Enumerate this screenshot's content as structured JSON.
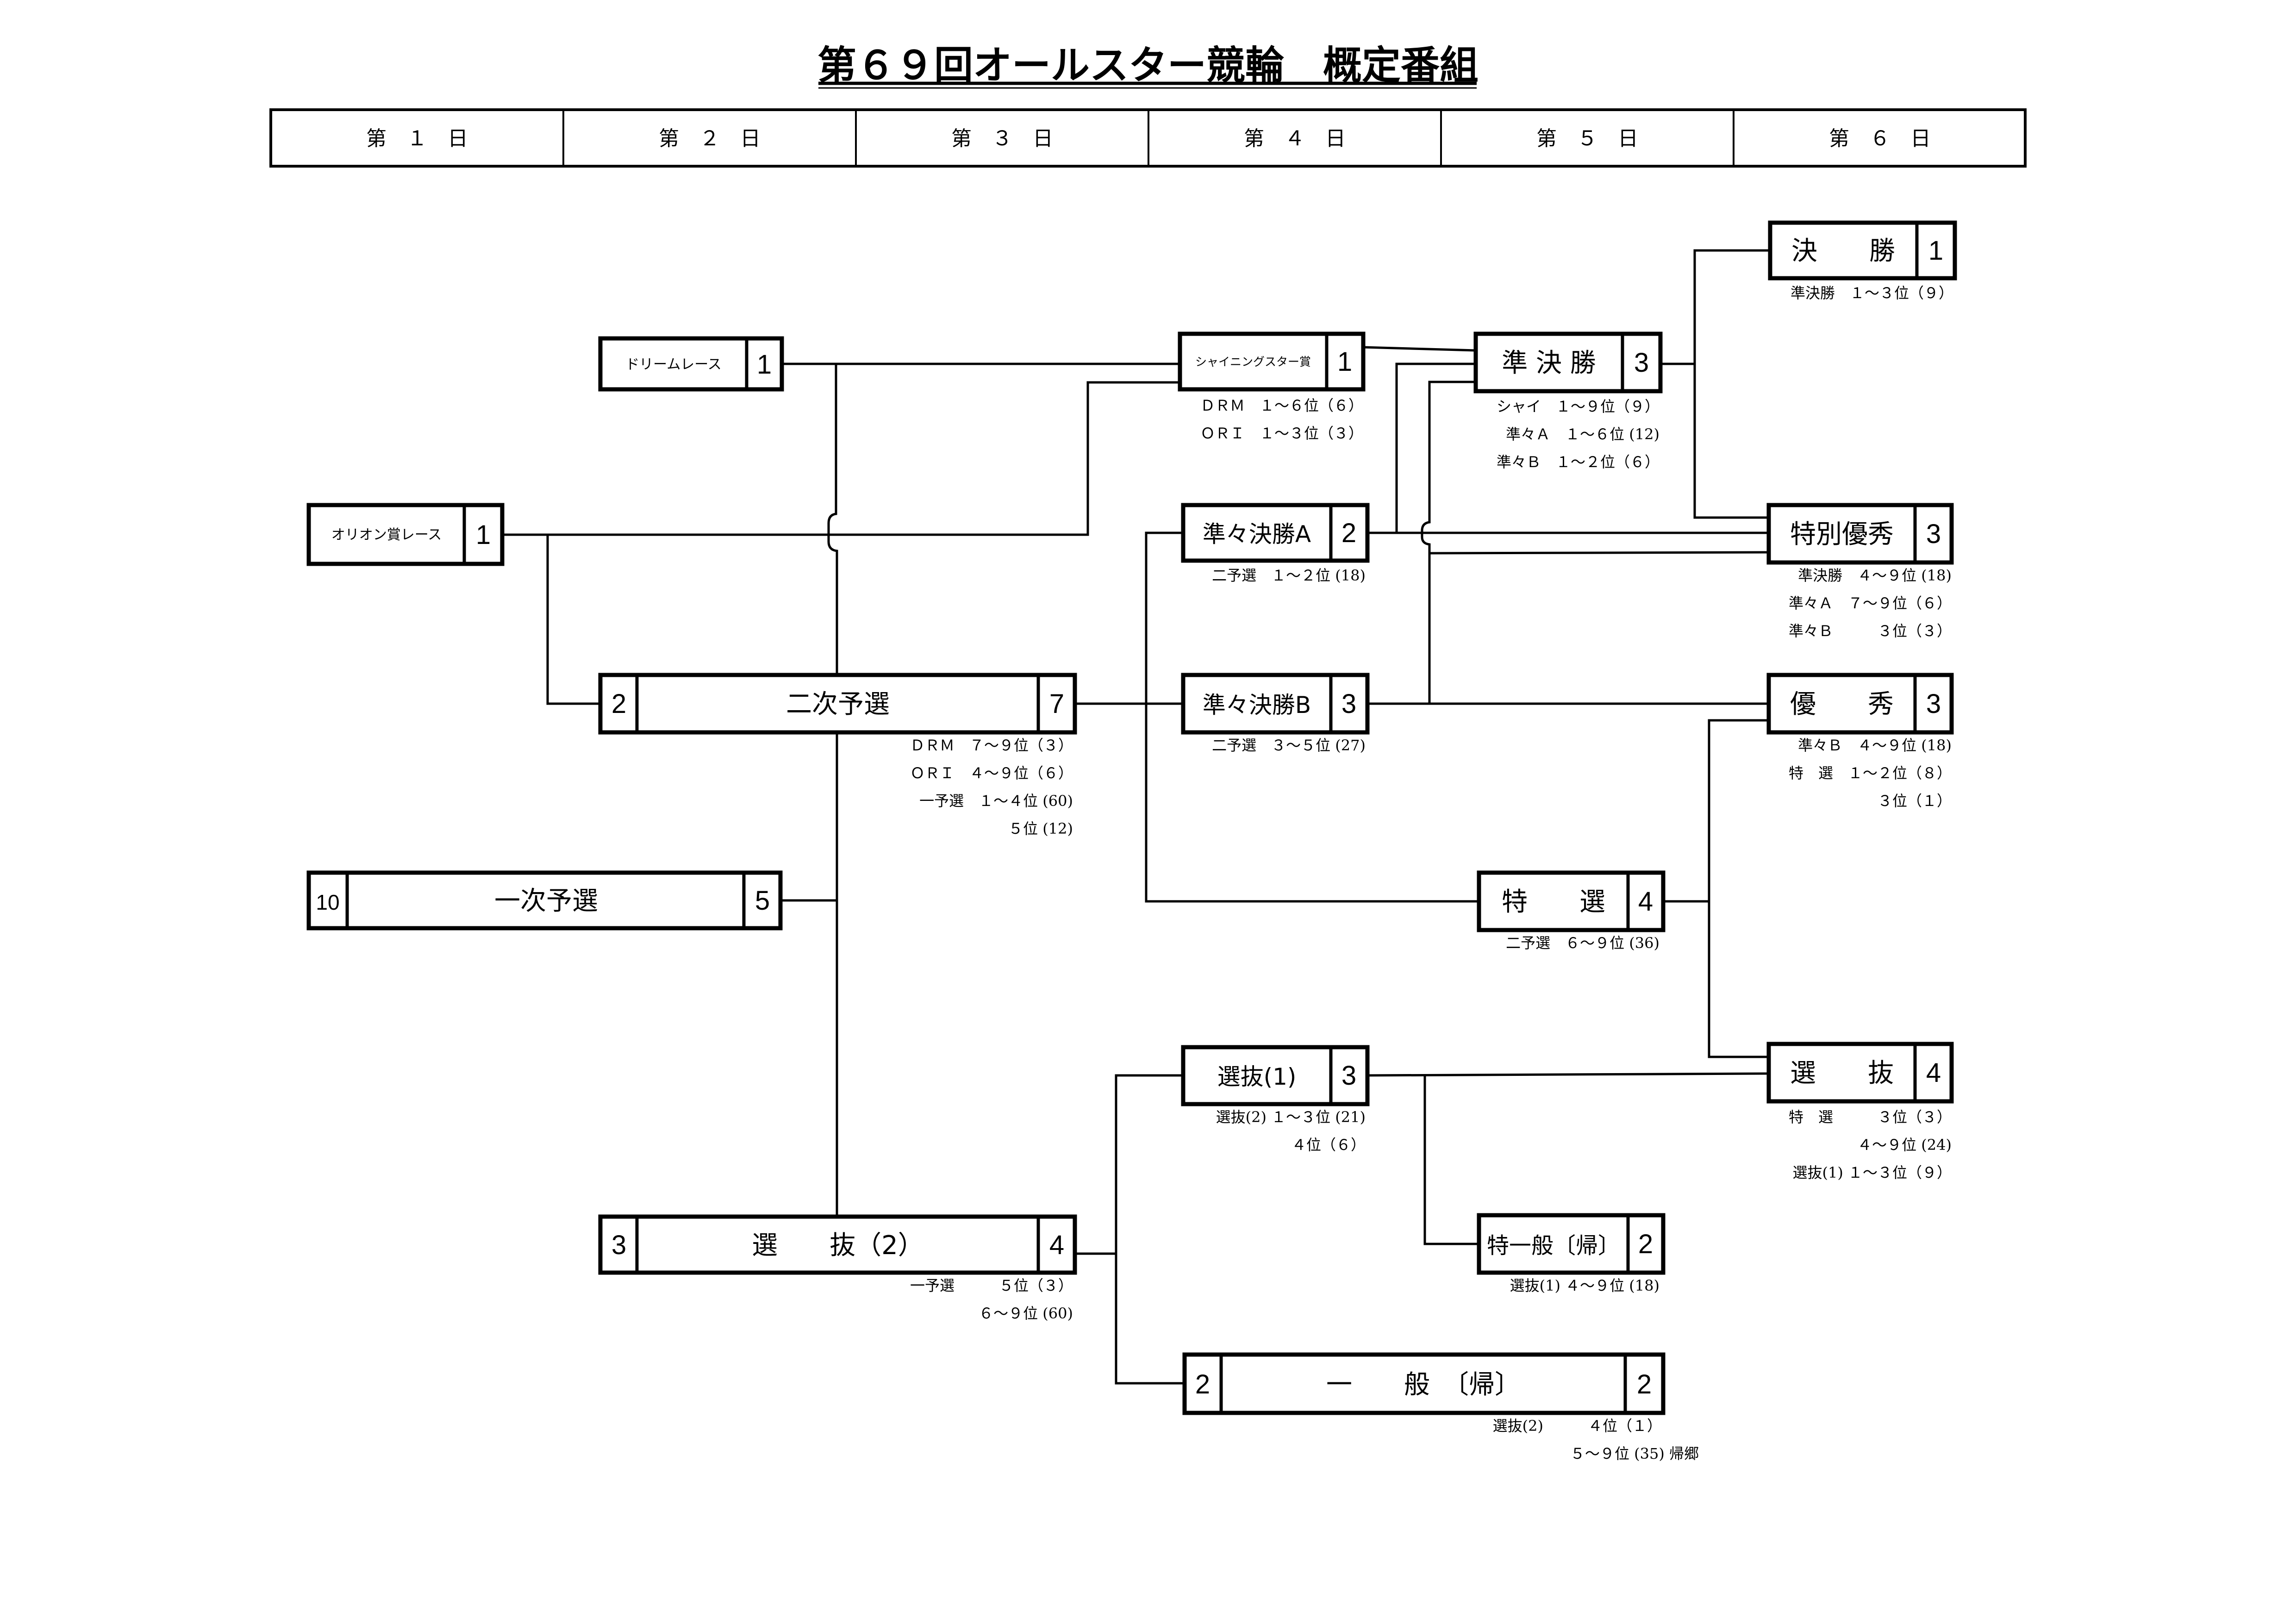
{
  "title": "第６９回オールスター競輪　概定番組",
  "days": [
    "第　１　日",
    "第　２　日",
    "第　３　日",
    "第　４　日",
    "第　５　日",
    "第　６　日"
  ],
  "races": {
    "dream": {
      "label": "ドリームレース",
      "count": "1"
    },
    "orion": {
      "label": "オリオン賞レース",
      "count": "1"
    },
    "niji": {
      "label": "二次予選",
      "count_left": "2",
      "count": "7",
      "notes": [
        "ＤＲＭ　７～９位（３）",
        "ＯＲＩ　４～９位（６）",
        "一予選　１～４位 (60)",
        "５位 (12)"
      ]
    },
    "ichiji": {
      "label": "一次予選",
      "count_left": "10",
      "count": "5"
    },
    "senbatsu2": {
      "label": "選　　抜（2）",
      "count_left": "3",
      "count": "4",
      "notes": [
        "一予選　　　５位（３）",
        "６～９位 (60)"
      ]
    },
    "shining": {
      "label": "シャイニングスター賞",
      "count": "1",
      "notes": [
        "ＤＲＭ　１～６位（６）",
        "ＯＲＩ　１～３位（３）"
      ]
    },
    "junjunA": {
      "label": "準々決勝A",
      "count": "2",
      "notes": [
        "二予選　１～２位 (18)"
      ]
    },
    "junjunB": {
      "label": "準々決勝B",
      "count": "3",
      "notes": [
        "二予選　３～５位 (27)"
      ]
    },
    "senbatsu1": {
      "label": "選抜(1)",
      "count": "3",
      "notes": [
        "選抜(2)  １～３位 (21)",
        "４位（６）"
      ]
    },
    "ippan": {
      "label": "一　　般　〔帰〕",
      "count_left": "2",
      "count": "2",
      "notes": [
        "選抜(2)　　　４位（１）",
        "５～９位 (35) 帰郷"
      ]
    },
    "junkessho": {
      "label": "準 決 勝",
      "count": "3",
      "notes": [
        "シャイ　１～９位（９）",
        "準々Ａ　１～６位 (12)",
        "準々Ｂ　１～２位（６）"
      ]
    },
    "tokusen": {
      "label": "特　　選",
      "count": "4",
      "notes": [
        "二予選　６～９位 (36)"
      ]
    },
    "tokuippan": {
      "label": "特一般〔帰〕",
      "count": "2",
      "notes": [
        "選抜(1)  ４～９位 (18)"
      ]
    },
    "kessho": {
      "label": "決　　勝",
      "count": "1",
      "notes": [
        "準決勝　１～３位（９）"
      ]
    },
    "tokubetsu": {
      "label": "特別優秀",
      "count": "3",
      "notes": [
        "準決勝　４～９位 (18)",
        "準々Ａ　７～９位（６）",
        "準々Ｂ　　　３位（３）"
      ]
    },
    "yushu": {
      "label": "優　　秀",
      "count": "3",
      "notes": [
        "準々Ｂ　４～９位 (18)",
        "特　選　１～２位（８）",
        "３位（１）"
      ]
    },
    "senbatsu6": {
      "label": "選　　抜",
      "count": "4",
      "notes": [
        "特　選　　　３位（３）",
        "４～９位 (24)",
        "選抜(1)  １～３位（９）"
      ]
    }
  }
}
